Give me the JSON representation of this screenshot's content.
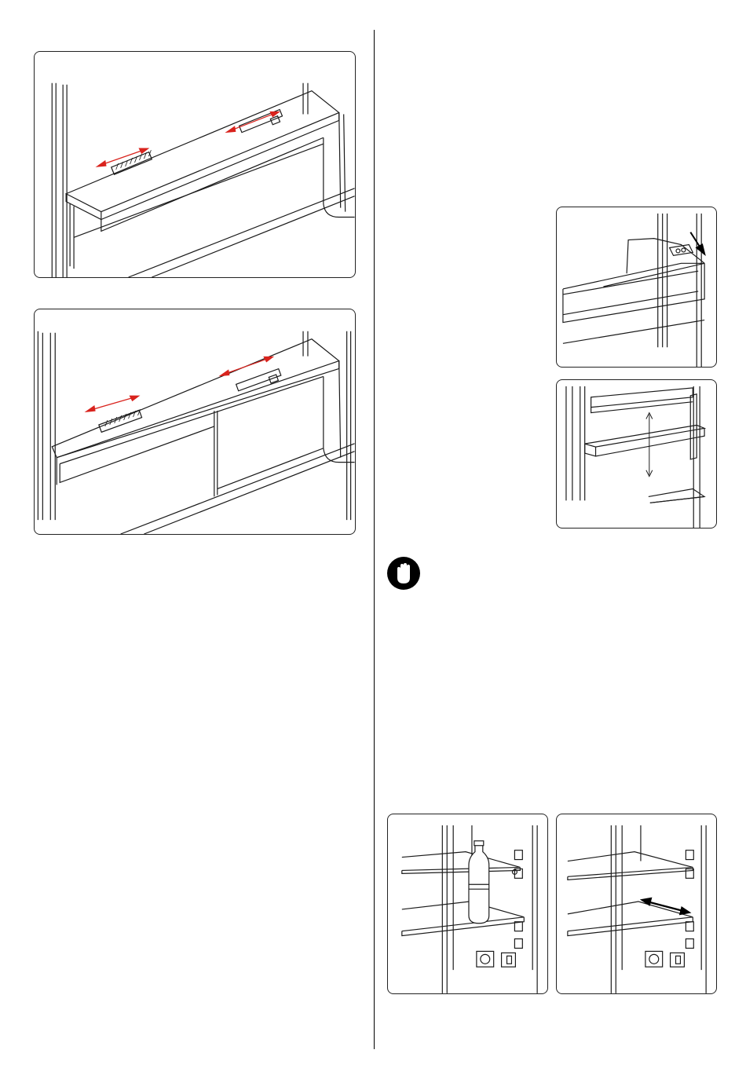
{
  "page": {
    "colors": {
      "line": "#1a1a1a",
      "arrow_red": "#d9231d",
      "warning_fill": "#000000"
    }
  },
  "figures": {
    "drawer_top": {
      "icon": "drawer-slider-diagram"
    },
    "drawer_bottom": {
      "icon": "double-drawer-slider-diagram"
    },
    "door_tray": {
      "icon": "door-tray-removal-diagram"
    },
    "door_shelf": {
      "icon": "door-shelf-height-adjust-diagram"
    },
    "shelf_bottle": {
      "icon": "shelf-with-bottle-diagram"
    },
    "shelf_slide": {
      "icon": "sliding-shelf-diagram"
    }
  },
  "warning": {
    "icon": "stop-hand-icon"
  }
}
